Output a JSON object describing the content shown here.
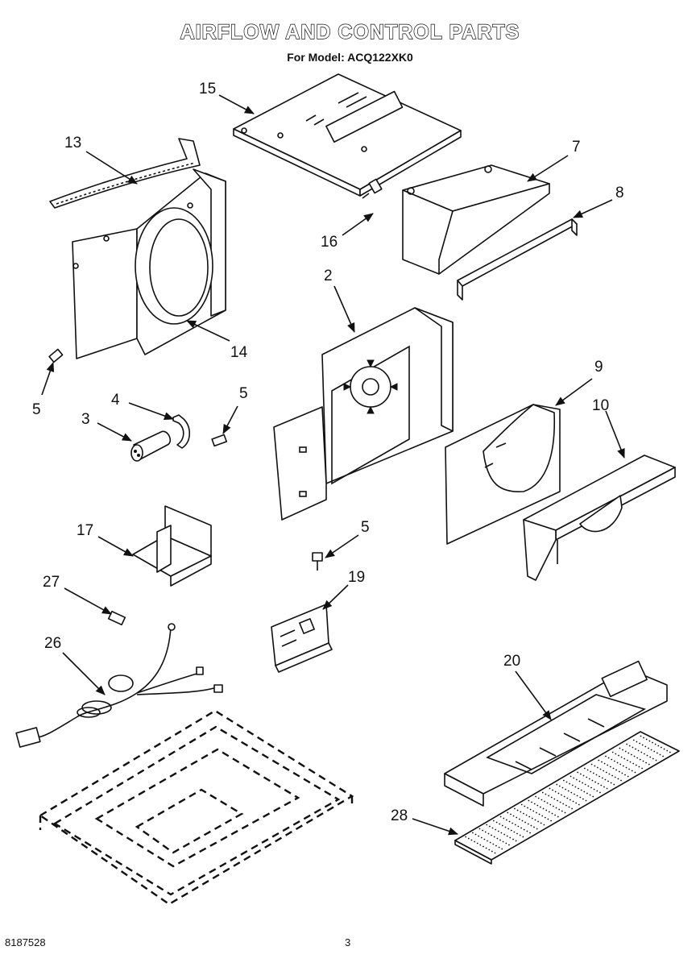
{
  "header": {
    "title": "AIRFLOW AND CONTROL PARTS",
    "subtitle": "For Model: ACQ122XK0"
  },
  "footer": {
    "doc_number": "8187528",
    "page_number": "3"
  },
  "callouts": [
    "15",
    "13",
    "7",
    "8",
    "16",
    "14",
    "2",
    "5",
    "4",
    "5",
    "3",
    "9",
    "10",
    "17",
    "5",
    "19",
    "27",
    "26",
    "20",
    "28"
  ]
}
